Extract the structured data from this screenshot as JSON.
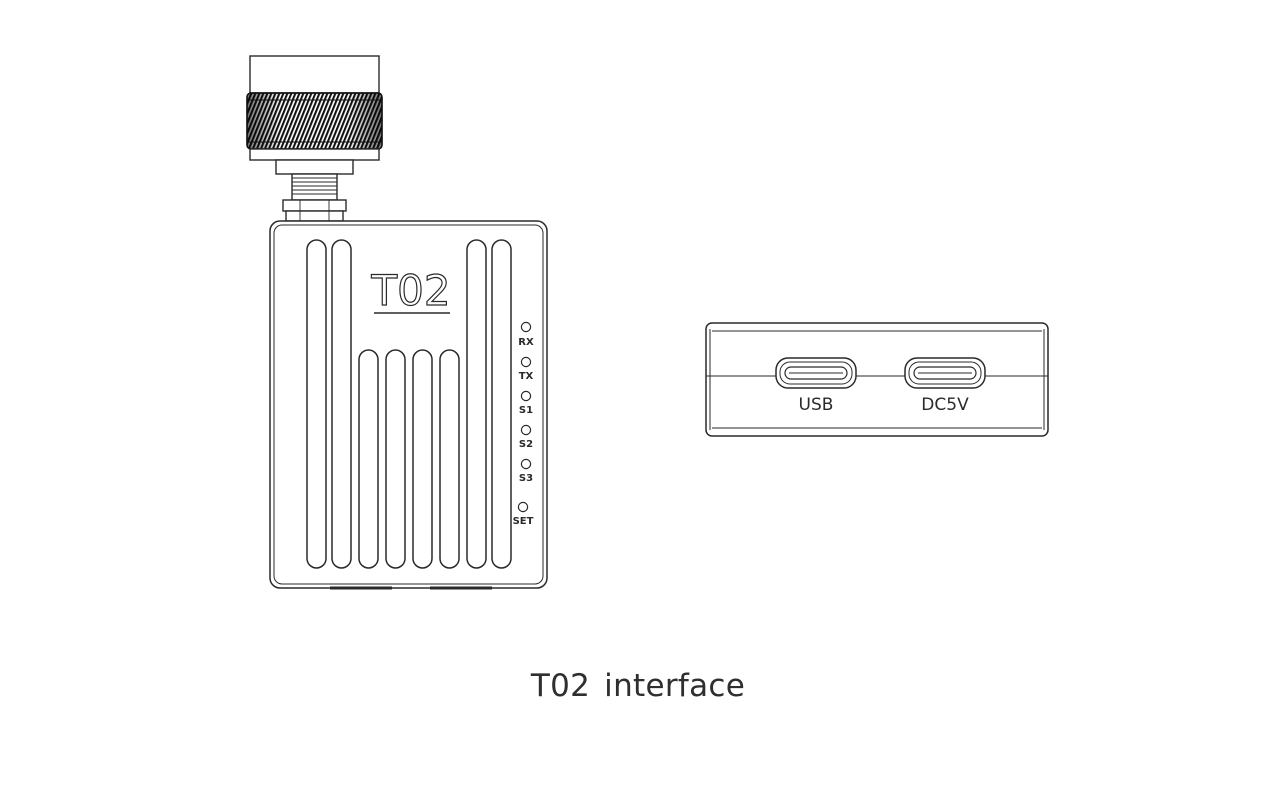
{
  "device": {
    "model_label": "T02",
    "indicators": [
      {
        "label": "RX"
      },
      {
        "label": "TX"
      },
      {
        "label": "S1"
      },
      {
        "label": "S2"
      },
      {
        "label": "S3"
      },
      {
        "label": "SET"
      }
    ]
  },
  "side_view": {
    "ports": [
      {
        "label": "USB"
      },
      {
        "label": "DC5V"
      }
    ]
  },
  "caption": {
    "model": "T02",
    "text": "interface"
  }
}
